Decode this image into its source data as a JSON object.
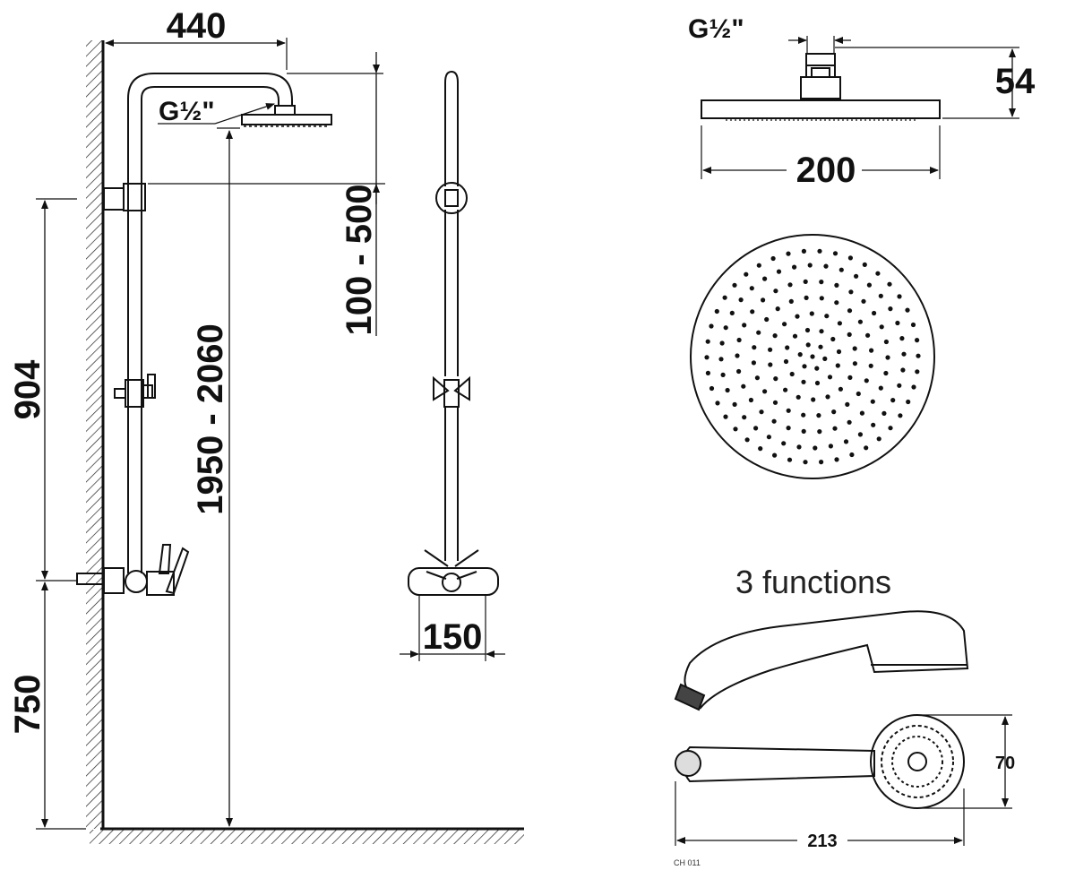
{
  "side_view": {
    "arm_reach": "440",
    "thread_label": "G½\"",
    "head_height_adjust": "100 - 500",
    "total_height": "1950 - 2060",
    "bar_height": "904",
    "mixer_height": "750"
  },
  "front_view": {
    "mixer_width": "150"
  },
  "head_shower": {
    "thread_label": "G½\"",
    "height": "54",
    "diameter": "200"
  },
  "hand_shower": {
    "caption": "3 functions",
    "head_diameter": "70",
    "length": "213",
    "code": "CH 011"
  }
}
